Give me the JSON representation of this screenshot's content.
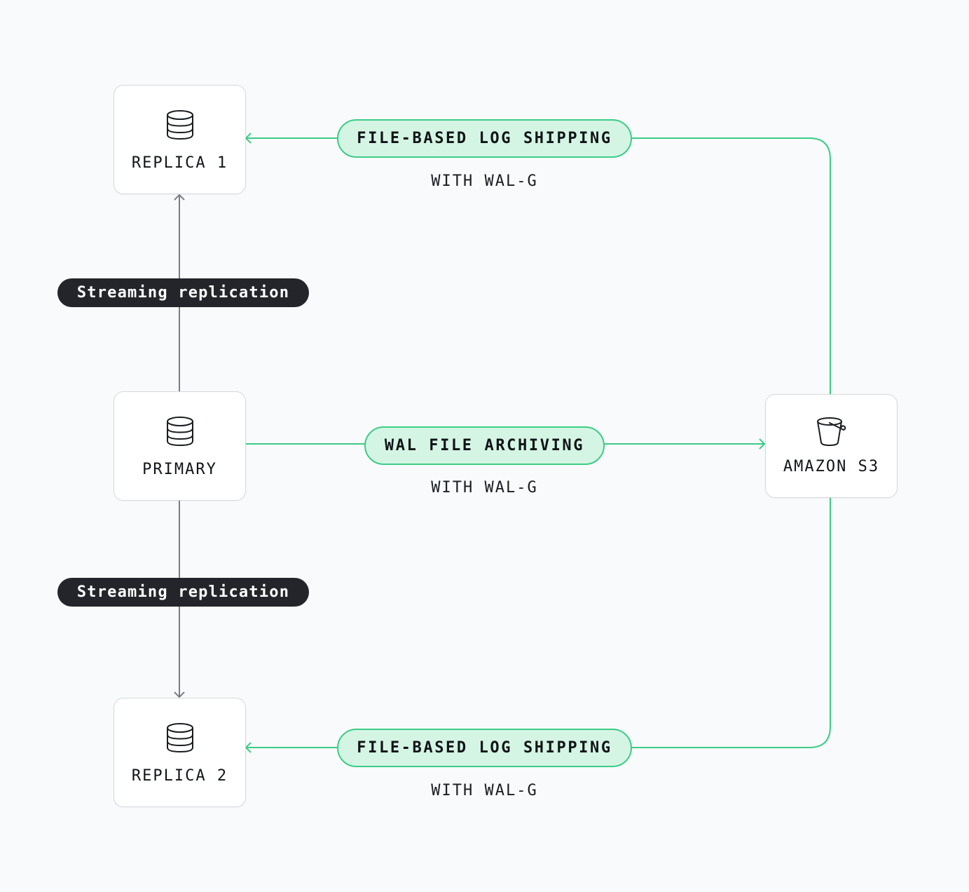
{
  "nodes": {
    "replica1": {
      "label": "REPLICA 1",
      "icon": "database-icon"
    },
    "primary": {
      "label": "PRIMARY",
      "icon": "database-icon"
    },
    "replica2": {
      "label": "REPLICA 2",
      "icon": "database-icon"
    },
    "s3": {
      "label": "AMAZON S3",
      "icon": "bucket-icon"
    }
  },
  "edges": {
    "top_shipping": {
      "label": "FILE-BASED LOG SHIPPING",
      "sublabel": "WITH WAL-G"
    },
    "archiving": {
      "label": "WAL FILE ARCHIVING",
      "sublabel": "WITH WAL-G"
    },
    "bottom_shipping": {
      "label": "FILE-BASED LOG SHIPPING",
      "sublabel": "WITH WAL-G"
    },
    "stream_top": {
      "label": "Streaming replication"
    },
    "stream_bottom": {
      "label": "Streaming replication"
    }
  },
  "colors": {
    "green": "#3ccd86",
    "green_fill": "#d4f5e3",
    "gray_line": "#7a7d82",
    "dark_pill": "#23252a",
    "background": "#f8fafc"
  }
}
